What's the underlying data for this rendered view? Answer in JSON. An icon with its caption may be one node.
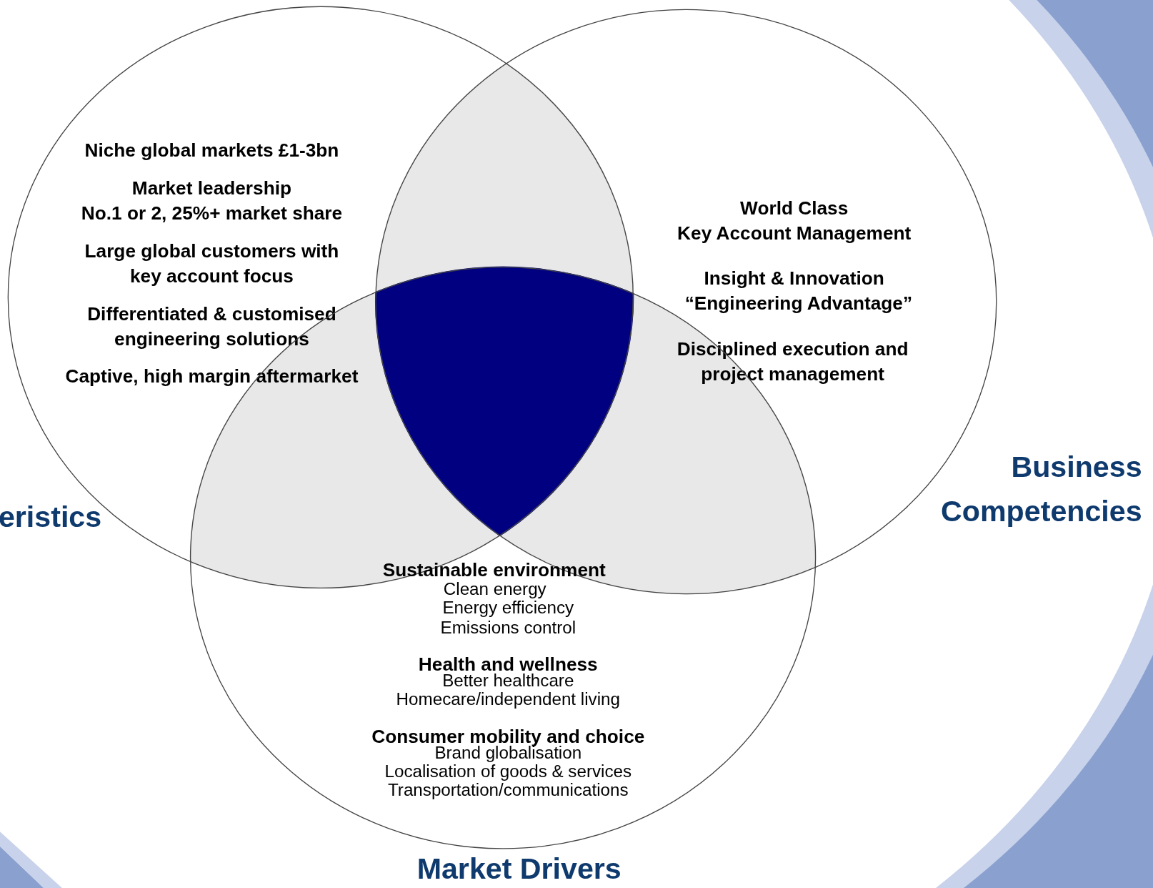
{
  "diagram": {
    "nodes": [
      {
        "text": [
          "Niche global markets £1-3bn",
          "Market leadership",
          "No.1 or 2, 25%+ market share",
          "Large global customers with key account focus",
          "Differentiated & customised engineering solutions",
          "Captive, high margin aftermarket",
          "eristics"
        ]
      },
      {
        "text": [
          "World Class",
          "Key Account Management",
          "Insight & Innovation",
          "“Engineering Advantage”",
          "Disciplined execution and project management",
          "Business Competencies"
        ]
      },
      {
        "text": [
          "Sustainable environment",
          "Clean energy",
          "Energy efficiency",
          "Emissions control",
          "Health and wellness",
          "Better healthcare",
          "Homecare/independent living",
          "Consumer mobility and choice",
          "Brand globalisation",
          "Localisation of goods & services",
          "Transportation/communications",
          "Market Drivers"
        ]
      }
    ],
    "edges": []
  }
}
